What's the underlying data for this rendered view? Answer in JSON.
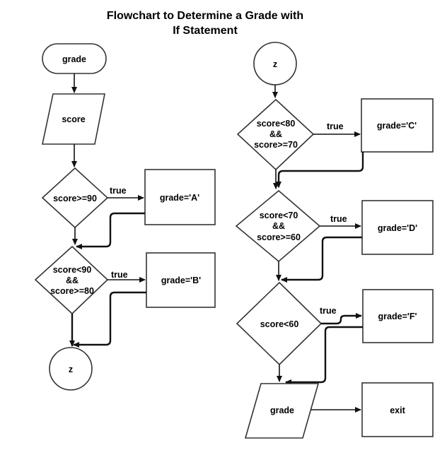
{
  "title": {
    "line1": "Flowchart to Determine a Grade with",
    "line2": "If Statement"
  },
  "nodes": {
    "grade_start": "grade",
    "score_input": "score",
    "dec_90": "score>=90",
    "grade_a": "grade='A'",
    "dec_80": [
      "score<90",
      "&&",
      "score>=80"
    ],
    "grade_b": "grade='B'",
    "connector_left": "z",
    "connector_right": "z",
    "dec_70": [
      "score<80",
      "&&",
      "score>=70"
    ],
    "grade_c": "grade='C'",
    "dec_60": [
      "score<70",
      "&&",
      "score>=60"
    ],
    "grade_d": "grade='D'",
    "dec_below_60": "score<60",
    "grade_f": "grade='F'",
    "grade_output": "grade",
    "exit": "exit"
  },
  "edge_labels": {
    "true_a": "true",
    "true_b": "true",
    "true_c": "true",
    "true_d": "true",
    "true_f": "true"
  }
}
